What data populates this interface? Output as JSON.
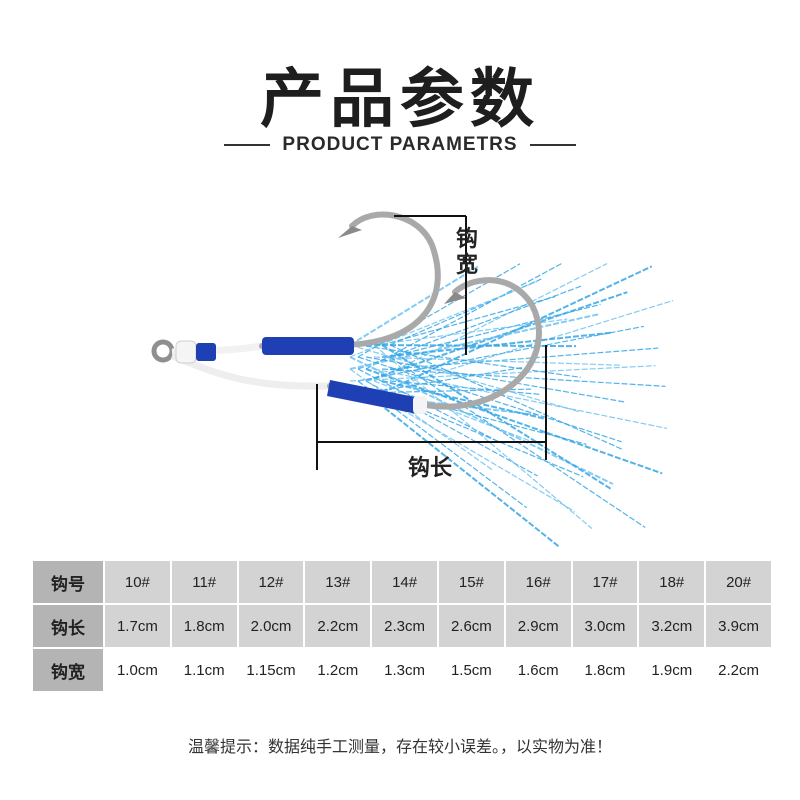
{
  "header": {
    "title": "产品参数",
    "subtitle": "PRODUCT PARAMETRS"
  },
  "diagram": {
    "width_label": "钩宽",
    "length_label": "钩长"
  },
  "colors": {
    "thread_blue": "#1f3fb5",
    "tinsel_blue": "#36a6e6",
    "hook_steel": "#b8b8b8",
    "table_gray": "#d3d3d3",
    "table_header": "#b4b4b4"
  },
  "table": {
    "rows": [
      {
        "label": "钩号",
        "cells": [
          "10#",
          "11#",
          "12#",
          "13#",
          "14#",
          "15#",
          "16#",
          "17#",
          "18#",
          "20#"
        ]
      },
      {
        "label": "钩长",
        "cells": [
          "1.7cm",
          "1.8cm",
          "2.0cm",
          "2.2cm",
          "2.3cm",
          "2.6cm",
          "2.9cm",
          "3.0cm",
          "3.2cm",
          "3.9cm"
        ]
      },
      {
        "label": "钩宽",
        "cells": [
          "1.0cm",
          "1.1cm",
          "1.15cm",
          "1.2cm",
          "1.3cm",
          "1.5cm",
          "1.6cm",
          "1.8cm",
          "1.9cm",
          "2.2cm"
        ]
      }
    ]
  },
  "footer": {
    "tip": "温馨提示：数据纯手工测量，存在较小误差。，以实物为准！"
  }
}
